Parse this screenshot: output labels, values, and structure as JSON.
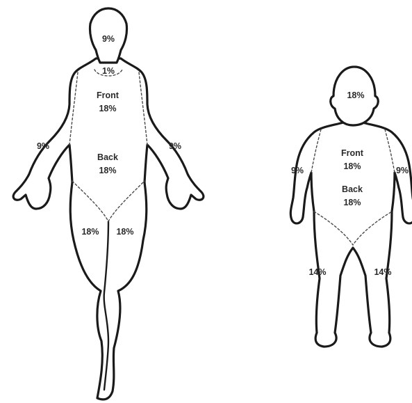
{
  "adult": {
    "head": "9%",
    "neck": "1%",
    "trunk_front_label": "Front",
    "trunk_front_value": "18%",
    "trunk_back_label": "Back",
    "trunk_back_value": "18%",
    "arm_left": "9%",
    "arm_right": "9%",
    "leg_left": "18%",
    "leg_right": "18%"
  },
  "child": {
    "head": "18%",
    "trunk_front_label": "Front",
    "trunk_front_value": "18%",
    "trunk_back_label": "Back",
    "trunk_back_value": "18%",
    "arm_left": "9%",
    "arm_right": "9%",
    "leg_left": "14%",
    "leg_right": "14%"
  }
}
